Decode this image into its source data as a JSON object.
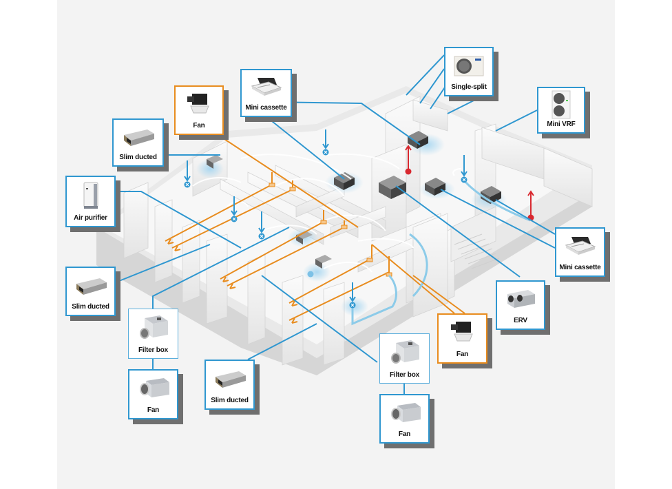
{
  "diagram": {
    "title": "",
    "colors": {
      "background": "#f3f3f3",
      "callout_blue": "#2f97d0",
      "callout_orange": "#e88c1e",
      "duct_orange": "#e88c1e",
      "line_blue": "#2f97d0",
      "airflow_red": "#d8282f",
      "airflow_white": "#ffffff",
      "shadow": "#6f6f6f"
    },
    "callouts": [
      {
        "id": "fan-top",
        "label": "Fan",
        "product": "ceiling-exhaust-fan",
        "border": "orange"
      },
      {
        "id": "mini-cassette-top",
        "label": "Mini cassette",
        "product": "mini-cassette",
        "border": "blue"
      },
      {
        "id": "single-split",
        "label": "Single-split",
        "product": "outdoor-unit-single",
        "border": "blue"
      },
      {
        "id": "mini-vrf",
        "label": "Mini VRF",
        "product": "outdoor-unit-vrf",
        "border": "blue"
      },
      {
        "id": "slim-ducted-top",
        "label": "Slim ducted",
        "product": "slim-ducted-unit",
        "border": "blue"
      },
      {
        "id": "air-purifier",
        "label": "Air purifier",
        "product": "air-purifier",
        "border": "blue"
      },
      {
        "id": "slim-ducted-left",
        "label": "Slim ducted",
        "product": "slim-ducted-unit",
        "border": "blue"
      },
      {
        "id": "filter-box-left",
        "label": "Filter box",
        "product": "filter-box",
        "border": "thin"
      },
      {
        "id": "fan-left-bottom",
        "label": "Fan",
        "product": "inline-duct-fan",
        "border": "blue"
      },
      {
        "id": "slim-ducted-bottom",
        "label": "Slim ducted",
        "product": "slim-ducted-unit",
        "border": "blue"
      },
      {
        "id": "filter-box-right",
        "label": "Filter box",
        "product": "filter-box",
        "border": "thin"
      },
      {
        "id": "fan-right-bottom",
        "label": "Fan",
        "product": "inline-duct-fan",
        "border": "blue"
      },
      {
        "id": "fan-right",
        "label": "Fan",
        "product": "ceiling-exhaust-fan",
        "border": "orange"
      },
      {
        "id": "erv",
        "label": "ERV",
        "product": "energy-recovery-ventilator",
        "border": "blue"
      },
      {
        "id": "mini-cassette-right",
        "label": "Mini cassette",
        "product": "mini-cassette",
        "border": "blue"
      }
    ],
    "legend_icons": {
      "supply_diffuser": "blue-circle-x-icon",
      "exhaust_grille": "orange-grille-icon",
      "return_vent": "red-circle-icon"
    }
  }
}
